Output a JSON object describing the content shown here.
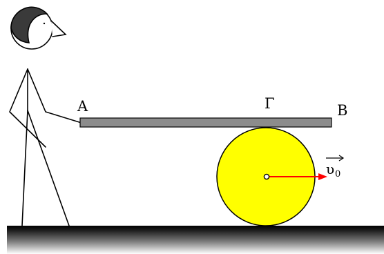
{
  "labels": {
    "point_a": "A",
    "point_gamma": "Γ",
    "point_b": "B",
    "velocity_symbol": "υ",
    "velocity_subscript": "0"
  },
  "colors": {
    "plank": "#8c8c8c",
    "cylinder": "#ffff00",
    "velocity_arrow": "#ff0000",
    "person_hair": "#3a3a3a",
    "ground_top": "#000000",
    "ground_bottom": "#ffffff"
  },
  "icons": {
    "person": "stick-figure-person",
    "velocity": "velocity-arrow-icon"
  }
}
